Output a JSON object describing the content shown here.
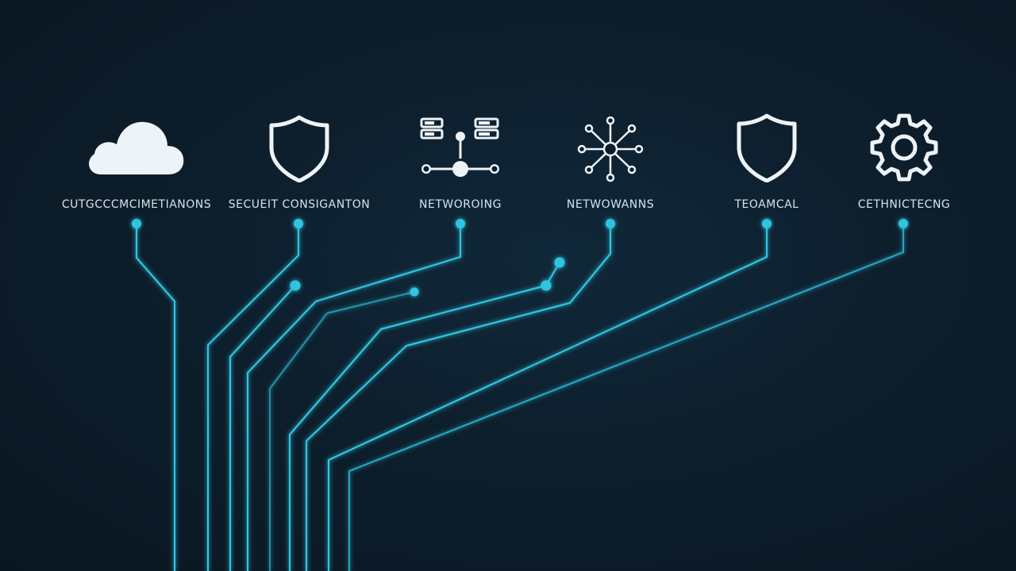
{
  "diagram": {
    "accent_color": "#2ec5e0",
    "nodes": [
      {
        "id": "cloud",
        "icon": "cloud-icon",
        "label": "CUTGCCCMCIMETIANONS"
      },
      {
        "id": "security",
        "icon": "shield-icon",
        "label": "SECUEIT CONSIGANTON"
      },
      {
        "id": "networking",
        "icon": "server-network-icon",
        "label": "NETWOROING"
      },
      {
        "id": "networks",
        "icon": "network-hub-icon",
        "label": "NETWOWANNS"
      },
      {
        "id": "technical",
        "icon": "shield-icon",
        "label": "TEOAMCAL"
      },
      {
        "id": "certification",
        "icon": "gear-icon",
        "label": "CETHNICTECNG"
      }
    ]
  }
}
